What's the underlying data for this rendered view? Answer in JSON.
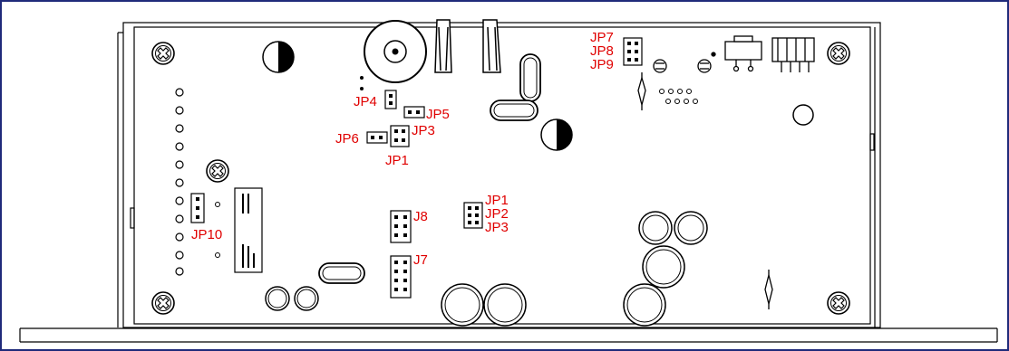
{
  "diagram": {
    "labels": {
      "jp7": "JP7",
      "jp8": "JP8",
      "jp9": "JP9",
      "jp4": "JP4",
      "jp5": "JP5",
      "jp6": "JP6",
      "jp3_top": "JP3",
      "jp1_top": "JP1",
      "jp1_mid": "JP1",
      "jp2_mid": "JP2",
      "jp3_mid": "JP3",
      "j8": "J8",
      "j7": "J7",
      "jp10": "JP10"
    },
    "label_color": "#e00000",
    "line_color": "#000000",
    "frame_color": "#1f2a7a"
  }
}
